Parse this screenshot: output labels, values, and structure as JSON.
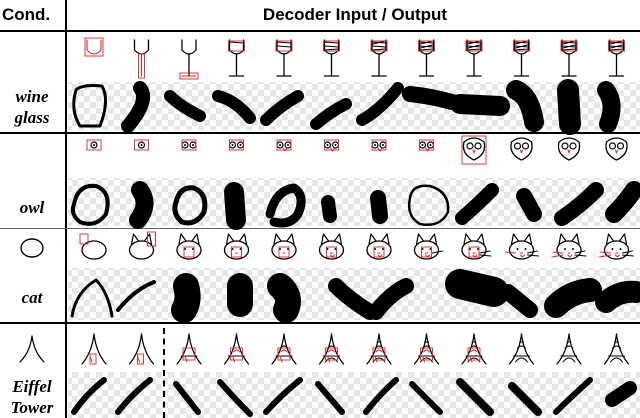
{
  "header": {
    "condition_label": "Cond.",
    "main_label": "Decoder Input / Output"
  },
  "rows": [
    {
      "category": "wine glass",
      "label_lines": [
        "wine",
        "glass"
      ],
      "has_condition_sketch": false,
      "sketch": "wine",
      "dashed_split_after_step": null
    },
    {
      "category": "owl",
      "label_lines": [
        "owl"
      ],
      "has_condition_sketch": false,
      "sketch": "owl",
      "dashed_split_after_step": null
    },
    {
      "category": "cat",
      "label_lines": [
        "cat"
      ],
      "has_condition_sketch": true,
      "condition_icon": "circle-sketch-icon",
      "sketch": "cat",
      "dashed_split_after_step": null
    },
    {
      "category": "Eiffel Tower",
      "label_lines": [
        "Eiffel",
        "Tower"
      ],
      "has_condition_sketch": true,
      "condition_icon": "eiffel-sketch-icon",
      "sketch": "eiffel",
      "dashed_split_after_step": 2
    }
  ],
  "steps": 12,
  "colors": {
    "stroke": "#000000",
    "highlight": "#d62728",
    "checker_light": "#ffffff",
    "checker_dark": "#e6e6e6"
  }
}
